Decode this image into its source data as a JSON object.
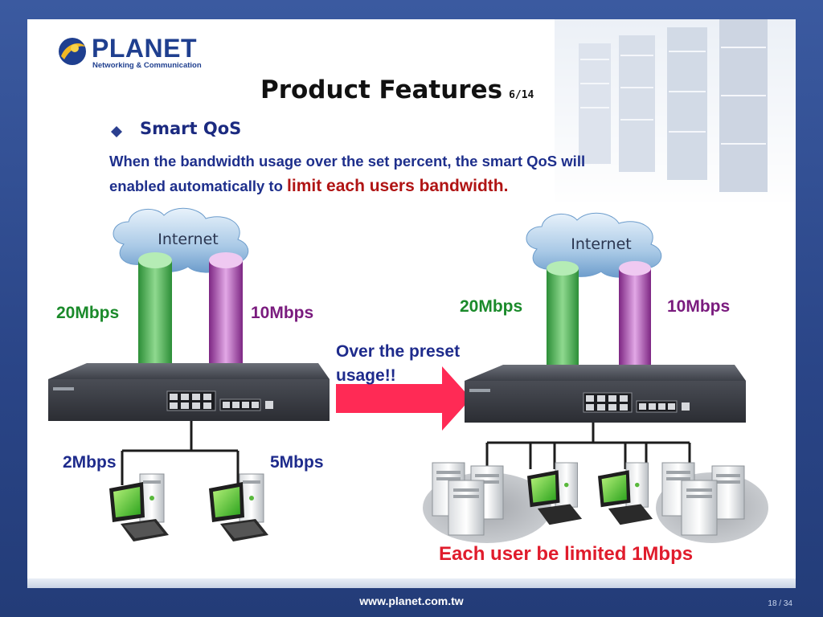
{
  "logo": {
    "name": "PLANET",
    "tagline": "Networking & Communication"
  },
  "title": {
    "main": "Product Features",
    "page": "6/14"
  },
  "bullet": {
    "heading": "Smart QoS"
  },
  "description": {
    "line1": "When the bandwidth usage over the set percent, the smart QoS will",
    "line2_prefix": "enabled automatically to",
    "line2_highlight": "limit each users bandwidth."
  },
  "left_diagram": {
    "cloud_label": "Internet",
    "uplink_a": "20Mbps",
    "uplink_b": "10Mbps",
    "client_a": "2Mbps",
    "client_b": "5Mbps"
  },
  "arrow_text": {
    "line1": "Over the preset",
    "line2": "usage!!"
  },
  "right_diagram": {
    "cloud_label": "Internet",
    "uplink_a": "20Mbps",
    "uplink_b": "10Mbps",
    "caption": "Each user be limited 1Mbps"
  },
  "footer": {
    "url": "www.planet.com.tw",
    "page_indicator": "18 / 34"
  },
  "colors": {
    "background_frame": "#2d4a8c",
    "title_text": "#111111",
    "body_text": "#1e2f8c",
    "highlight_red": "#b01414",
    "green_pipe": "#3fae4a",
    "purple_pipe": "#a03aa8",
    "arrow_red": "#ff2a55"
  },
  "icons": [
    "planet-logo-icon",
    "diamond-bullet-icon",
    "internet-cloud-icon",
    "router-icon",
    "pc-workstation-icon",
    "server-icon",
    "right-arrow-icon"
  ]
}
